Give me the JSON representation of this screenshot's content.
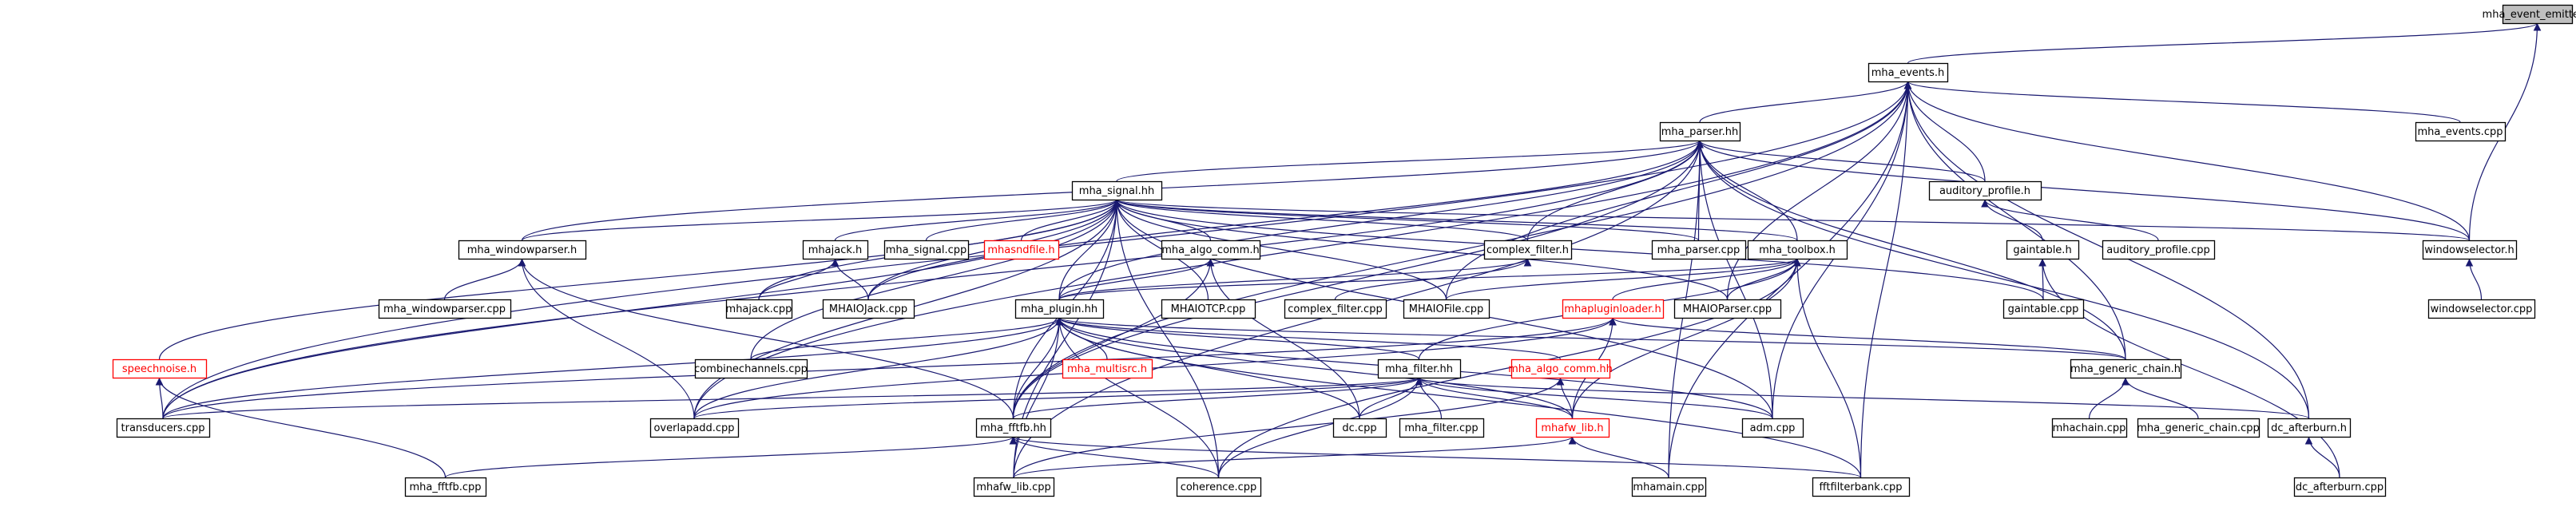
{
  "diagram": {
    "type": "include-dependency-graph",
    "colors": {
      "edge": "#191970",
      "root_fill": "#bfbfbf",
      "node_border": "#000000",
      "missing_border": "#ff0000",
      "text": "#000000",
      "missing_text": "#ff0000"
    },
    "nodes": [
      {
        "id": "mha_event_emitter_h",
        "label": "mha_event_emitter.h",
        "root": true
      },
      {
        "id": "mha_events_h",
        "label": "mha_events.h"
      },
      {
        "id": "mha_parser_hh",
        "label": "mha_parser.hh"
      },
      {
        "id": "mha_events_cpp",
        "label": "mha_events.cpp"
      },
      {
        "id": "mha_signal_hh",
        "label": "mha_signal.hh"
      },
      {
        "id": "auditory_profile_h",
        "label": "auditory_profile.h"
      },
      {
        "id": "mha_windowparser_h",
        "label": "mha_windowparser.h"
      },
      {
        "id": "mhajack_h",
        "label": "mhajack.h"
      },
      {
        "id": "mha_signal_cpp",
        "label": "mha_signal.cpp"
      },
      {
        "id": "mhasndfile_h",
        "label": "mhasndfile.h",
        "missing": true
      },
      {
        "id": "mha_algo_comm_h",
        "label": "mha_algo_comm.h"
      },
      {
        "id": "complex_filter_h",
        "label": "complex_filter.h"
      },
      {
        "id": "mha_parser_cpp",
        "label": "mha_parser.cpp"
      },
      {
        "id": "mha_toolbox_h",
        "label": "mha_toolbox.h"
      },
      {
        "id": "gaintable_h",
        "label": "gaintable.h"
      },
      {
        "id": "auditory_profile_cpp",
        "label": "auditory_profile.cpp"
      },
      {
        "id": "windowselector_h",
        "label": "windowselector.h"
      },
      {
        "id": "mha_windowparser_cpp",
        "label": "mha_windowparser.cpp"
      },
      {
        "id": "mhajack_cpp",
        "label": "mhajack.cpp"
      },
      {
        "id": "mhaiojack_cpp",
        "label": "MHAIOJack.cpp"
      },
      {
        "id": "mha_plugin_hh",
        "label": "mha_plugin.hh"
      },
      {
        "id": "mhaiotcp_cpp",
        "label": "MHAIOTCP.cpp"
      },
      {
        "id": "complex_filter_cpp",
        "label": "complex_filter.cpp"
      },
      {
        "id": "mhaiofile_cpp",
        "label": "MHAIOFile.cpp"
      },
      {
        "id": "mhapluginloader_h",
        "label": "mhapluginloader.h",
        "missing": true
      },
      {
        "id": "mhaioparser_cpp",
        "label": "MHAIOParser.cpp"
      },
      {
        "id": "gaintable_cpp",
        "label": "gaintable.cpp"
      },
      {
        "id": "windowselector_cpp",
        "label": "windowselector.cpp"
      },
      {
        "id": "speechnoise_h",
        "label": "speechnoise.h",
        "missing": true
      },
      {
        "id": "combinechannels_cpp",
        "label": "combinechannels.cpp"
      },
      {
        "id": "mha_multisrc_h",
        "label": "mha_multisrc.h",
        "missing": true
      },
      {
        "id": "mha_filter_hh",
        "label": "mha_filter.hh"
      },
      {
        "id": "mha_algo_comm_hh",
        "label": "mha_algo_comm.hh",
        "missing": true
      },
      {
        "id": "mha_generic_chain_h",
        "label": "mha_generic_chain.h"
      },
      {
        "id": "transducers_cpp",
        "label": "transducers.cpp"
      },
      {
        "id": "overlapadd_cpp",
        "label": "overlapadd.cpp"
      },
      {
        "id": "mha_fftfb_hh",
        "label": "mha_fftfb.hh"
      },
      {
        "id": "dc_cpp",
        "label": "dc.cpp"
      },
      {
        "id": "mha_filter_cpp",
        "label": "mha_filter.cpp"
      },
      {
        "id": "mhafw_lib_h",
        "label": "mhafw_lib.h",
        "missing": true
      },
      {
        "id": "adm_cpp",
        "label": "adm.cpp"
      },
      {
        "id": "mhachain_cpp",
        "label": "mhachain.cpp"
      },
      {
        "id": "mha_generic_chain_cpp",
        "label": "mha_generic_chain.cpp"
      },
      {
        "id": "dc_afterburn_h",
        "label": "dc_afterburn.h"
      },
      {
        "id": "mha_fftfb_cpp",
        "label": "mha_fftfb.cpp"
      },
      {
        "id": "mhafw_lib_cpp",
        "label": "mhafw_lib.cpp"
      },
      {
        "id": "coherence_cpp",
        "label": "coherence.cpp"
      },
      {
        "id": "mhamain_cpp",
        "label": "mhamain.cpp"
      },
      {
        "id": "fftfilterbank_cpp",
        "label": "fftfilterbank.cpp"
      },
      {
        "id": "dc_afterburn_cpp",
        "label": "dc_afterburn.cpp"
      }
    ],
    "edges": [
      [
        "mha_event_emitter_h",
        "mha_events_h"
      ],
      [
        "mha_event_emitter_h",
        "windowselector_h"
      ],
      [
        "mha_events_h",
        "mha_parser_hh"
      ],
      [
        "mha_events_h",
        "mha_events_cpp"
      ],
      [
        "mha_events_h",
        "auditory_profile_h"
      ],
      [
        "mha_events_h",
        "windowselector_h"
      ],
      [
        "mha_events_h",
        "mha_generic_chain_h"
      ],
      [
        "mha_events_h",
        "adm_cpp"
      ],
      [
        "mha_events_h",
        "mhamain_cpp"
      ],
      [
        "mha_events_h",
        "fftfilterbank_cpp"
      ],
      [
        "mha_events_h",
        "dc_afterburn_h"
      ],
      [
        "mha_events_h",
        "mhaiofile_cpp"
      ],
      [
        "mha_events_h",
        "mhaioparser_cpp"
      ],
      [
        "mha_events_h",
        "transducers_cpp"
      ],
      [
        "mha_events_h",
        "overlapadd_cpp"
      ],
      [
        "mha_events_h",
        "mha_fftfb_hh"
      ],
      [
        "mha_parser_hh",
        "mha_signal_hh"
      ],
      [
        "mha_parser_hh",
        "auditory_profile_h"
      ],
      [
        "mha_parser_hh",
        "mha_windowparser_h"
      ],
      [
        "mha_parser_hh",
        "complex_filter_h"
      ],
      [
        "mha_parser_hh",
        "mha_parser_cpp"
      ],
      [
        "mha_parser_hh",
        "mha_toolbox_h"
      ],
      [
        "mha_parser_hh",
        "windowselector_h"
      ],
      [
        "mha_parser_hh",
        "mha_plugin_hh"
      ],
      [
        "mha_parser_hh",
        "mhaiojack_cpp"
      ],
      [
        "mha_parser_hh",
        "adm_cpp"
      ],
      [
        "mha_parser_hh",
        "mhamain_cpp"
      ],
      [
        "mha_parser_hh",
        "dc_afterburn_h"
      ],
      [
        "mha_parser_hh",
        "transducers_cpp"
      ],
      [
        "mha_parser_hh",
        "mhafw_lib_cpp"
      ],
      [
        "mha_parser_hh",
        "mha_fftfb_hh"
      ],
      [
        "mha_parser_hh",
        "mha_generic_chain_h"
      ],
      [
        "mha_signal_hh",
        "mha_windowparser_h"
      ],
      [
        "mha_signal_hh",
        "mhajack_h"
      ],
      [
        "mha_signal_hh",
        "mha_signal_cpp"
      ],
      [
        "mha_signal_hh",
        "mhasndfile_h"
      ],
      [
        "mha_signal_hh",
        "mha_algo_comm_h"
      ],
      [
        "mha_signal_hh",
        "complex_filter_h"
      ],
      [
        "mha_signal_hh",
        "mha_parser_cpp"
      ],
      [
        "mha_signal_hh",
        "mha_toolbox_h"
      ],
      [
        "mha_signal_hh",
        "windowselector_h"
      ],
      [
        "mha_signal_hh",
        "gaintable_cpp"
      ],
      [
        "mha_signal_hh",
        "speechnoise_h"
      ],
      [
        "mha_signal_hh",
        "combinechannels_cpp"
      ],
      [
        "mha_signal_hh",
        "mhajack_cpp"
      ],
      [
        "mha_signal_hh",
        "mhaiojack_cpp"
      ],
      [
        "mha_signal_hh",
        "mha_plugin_hh"
      ],
      [
        "mha_signal_hh",
        "mhaiotcp_cpp"
      ],
      [
        "mha_signal_hh",
        "mhaiofile_cpp"
      ],
      [
        "mha_signal_hh",
        "mhaioparser_cpp"
      ],
      [
        "mha_signal_hh",
        "transducers_cpp"
      ],
      [
        "mha_signal_hh",
        "overlapadd_cpp"
      ],
      [
        "mha_signal_hh",
        "mha_fftfb_hh"
      ],
      [
        "mha_signal_hh",
        "adm_cpp"
      ],
      [
        "mha_signal_hh",
        "mhafw_lib_cpp"
      ],
      [
        "mha_signal_hh",
        "coherence_cpp"
      ],
      [
        "auditory_profile_h",
        "gaintable_h"
      ],
      [
        "auditory_profile_h",
        "auditory_profile_cpp"
      ],
      [
        "gaintable_h",
        "gaintable_cpp"
      ],
      [
        "gaintable_h",
        "dc_afterburn_cpp"
      ],
      [
        "mha_windowparser_h",
        "mha_windowparser_cpp"
      ],
      [
        "mha_windowparser_h",
        "overlapadd_cpp"
      ],
      [
        "mha_windowparser_h",
        "mha_fftfb_hh"
      ],
      [
        "mhajack_h",
        "mhajack_cpp"
      ],
      [
        "mhajack_h",
        "mhaiojack_cpp"
      ],
      [
        "mha_algo_comm_h",
        "mha_plugin_hh"
      ],
      [
        "mha_algo_comm_h",
        "mha_fftfb_hh"
      ],
      [
        "mha_algo_comm_h",
        "dc_cpp"
      ],
      [
        "complex_filter_h",
        "complex_filter_cpp"
      ],
      [
        "complex_filter_h",
        "mha_plugin_hh"
      ],
      [
        "mha_toolbox_h",
        "mhapluginloader_h"
      ],
      [
        "mha_toolbox_h",
        "mhaioparser_cpp"
      ],
      [
        "mha_toolbox_h",
        "mha_filter_hh"
      ],
      [
        "mha_toolbox_h",
        "mhafw_lib_h"
      ],
      [
        "mha_toolbox_h",
        "coherence_cpp"
      ],
      [
        "mha_toolbox_h",
        "fftfilterbank_cpp"
      ],
      [
        "mha_toolbox_h",
        "mha_plugin_hh"
      ],
      [
        "mha_toolbox_h",
        "mhaiofile_cpp"
      ],
      [
        "mha_plugin_hh",
        "combinechannels_cpp"
      ],
      [
        "mha_plugin_hh",
        "mha_multisrc_h"
      ],
      [
        "mha_plugin_hh",
        "mha_filter_hh"
      ],
      [
        "mha_plugin_hh",
        "mha_algo_comm_hh"
      ],
      [
        "mha_plugin_hh",
        "mha_generic_chain_h"
      ],
      [
        "mha_plugin_hh",
        "transducers_cpp"
      ],
      [
        "mha_plugin_hh",
        "overlapadd_cpp"
      ],
      [
        "mha_plugin_hh",
        "mha_fftfb_hh"
      ],
      [
        "mha_plugin_hh",
        "mhafw_lib_cpp"
      ],
      [
        "mha_plugin_hh",
        "coherence_cpp"
      ],
      [
        "mha_plugin_hh",
        "adm_cpp"
      ],
      [
        "mha_plugin_hh",
        "fftfilterbank_cpp"
      ],
      [
        "mha_plugin_hh",
        "dc_cpp"
      ],
      [
        "mha_plugin_hh",
        "mhafw_lib_h"
      ],
      [
        "mhapluginloader_h",
        "mha_generic_chain_h"
      ],
      [
        "mhapluginloader_h",
        "mhafw_lib_h"
      ],
      [
        "mhapluginloader_h",
        "transducers_cpp"
      ],
      [
        "mhapluginloader_h",
        "overlapadd_cpp"
      ],
      [
        "windowselector_h",
        "windowselector_cpp"
      ],
      [
        "speechnoise_h",
        "transducers_cpp"
      ],
      [
        "speechnoise_h",
        "mha_fftfb_cpp"
      ],
      [
        "mha_filter_hh",
        "dc_cpp"
      ],
      [
        "mha_filter_hh",
        "mha_filter_cpp"
      ],
      [
        "mha_filter_hh",
        "mhafw_lib_h"
      ],
      [
        "mha_filter_hh",
        "adm_cpp"
      ],
      [
        "mha_filter_hh",
        "dc_afterburn_h"
      ],
      [
        "mha_filter_hh",
        "transducers_cpp"
      ],
      [
        "mha_filter_hh",
        "overlapadd_cpp"
      ],
      [
        "mha_filter_hh",
        "mha_fftfb_hh"
      ],
      [
        "mha_filter_hh",
        "coherence_cpp"
      ],
      [
        "mha_algo_comm_hh",
        "mhafw_lib_h"
      ],
      [
        "mha_algo_comm_hh",
        "mhafw_lib_cpp"
      ],
      [
        "mha_generic_chain_h",
        "mhachain_cpp"
      ],
      [
        "mha_generic_chain_h",
        "mha_generic_chain_cpp"
      ],
      [
        "mha_fftfb_hh",
        "mha_fftfb_cpp"
      ],
      [
        "mha_fftfb_hh",
        "coherence_cpp"
      ],
      [
        "mha_fftfb_hh",
        "fftfilterbank_cpp"
      ],
      [
        "mhafw_lib_h",
        "mhafw_lib_cpp"
      ],
      [
        "mhafw_lib_h",
        "mhamain_cpp"
      ],
      [
        "dc_afterburn_h",
        "dc_afterburn_cpp"
      ]
    ]
  }
}
